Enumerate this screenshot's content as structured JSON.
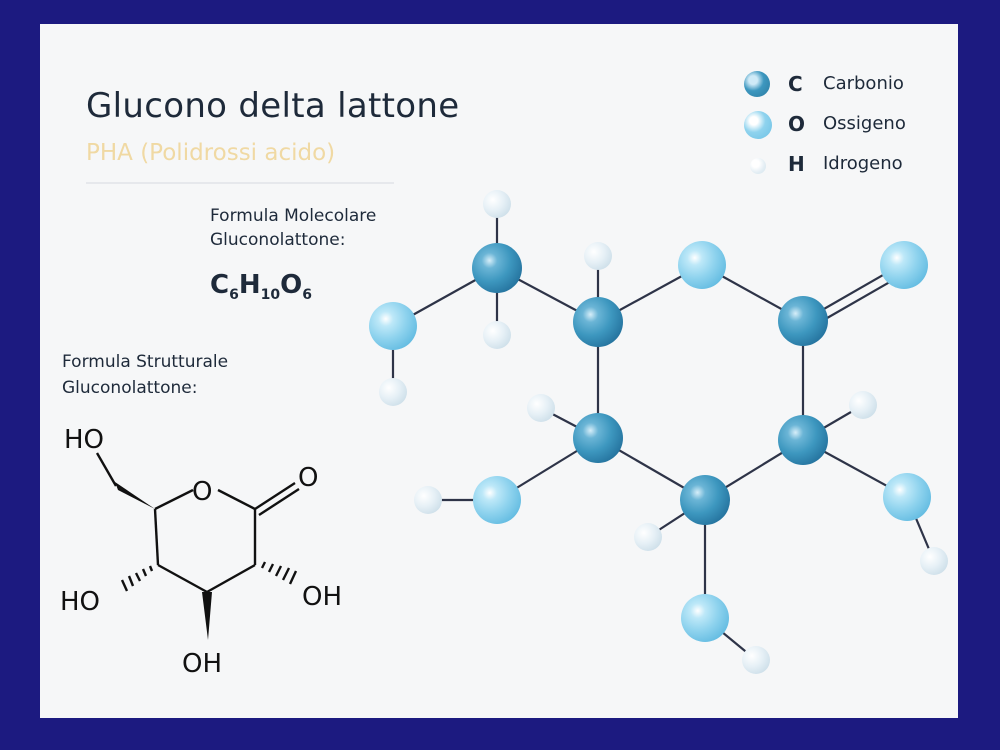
{
  "title": "Glucono delta lattone",
  "subtitle": "PHA (Polidrossi acido)",
  "molecular_formula": {
    "label_line1": "Formula Molecolare",
    "label_line2": "Gluconolattone:",
    "c": "C",
    "c_n": "6",
    "h": "H",
    "h_n": "10",
    "o": "O",
    "o_n": "6"
  },
  "structural_formula": {
    "label_line1": "Formula Strutturale",
    "label_line2": "Gluconolattone:",
    "atoms": {
      "ho_top": "HO",
      "o_ring": "O",
      "o_carbonyl": "O",
      "ho_left": "HO",
      "oh_right": "OH",
      "oh_bottom": "OH"
    }
  },
  "legend": [
    {
      "symbol": "C",
      "name": "Carbonio",
      "color": "#3d97bf"
    },
    {
      "symbol": "O",
      "name": "Ossigeno",
      "color": "#8fd3ee"
    },
    {
      "symbol": "H",
      "name": "Idrogeno",
      "color": "#e4eef4"
    }
  ]
}
